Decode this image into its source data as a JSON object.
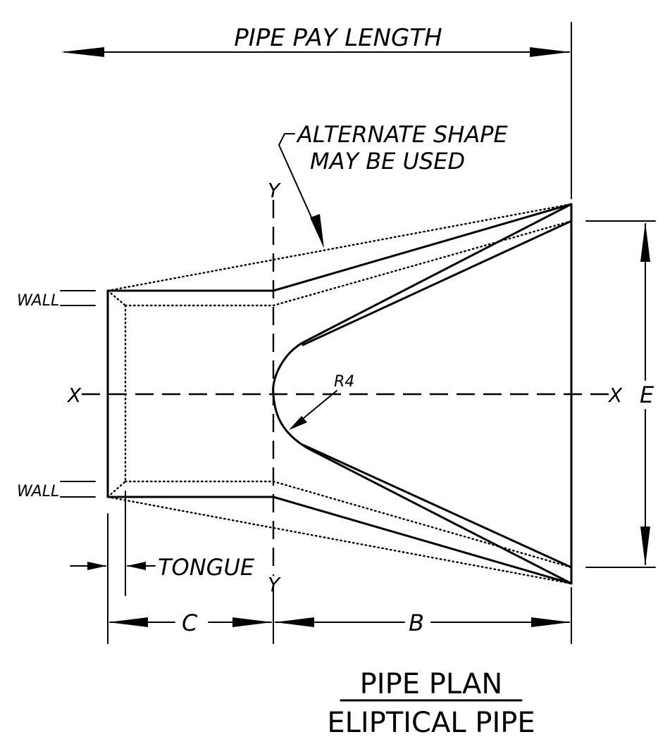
{
  "labels": {
    "pay_length": "PIPE PAY LENGTH",
    "alternate_line1": "ALTERNATE SHAPE",
    "alternate_line2": "MAY BE USED",
    "axis_y_top": "Y",
    "axis_y_bottom": "Y",
    "axis_x_left": "X",
    "axis_x_right": "X",
    "wall_top": "WALL",
    "wall_bottom": "WALL",
    "radius": "R4",
    "dim_e": "E",
    "tongue": "TONGUE",
    "dim_c": "C",
    "dim_b": "B"
  },
  "title": {
    "main": "PIPE PLAN",
    "sub": "ELIPTICAL PIPE"
  }
}
